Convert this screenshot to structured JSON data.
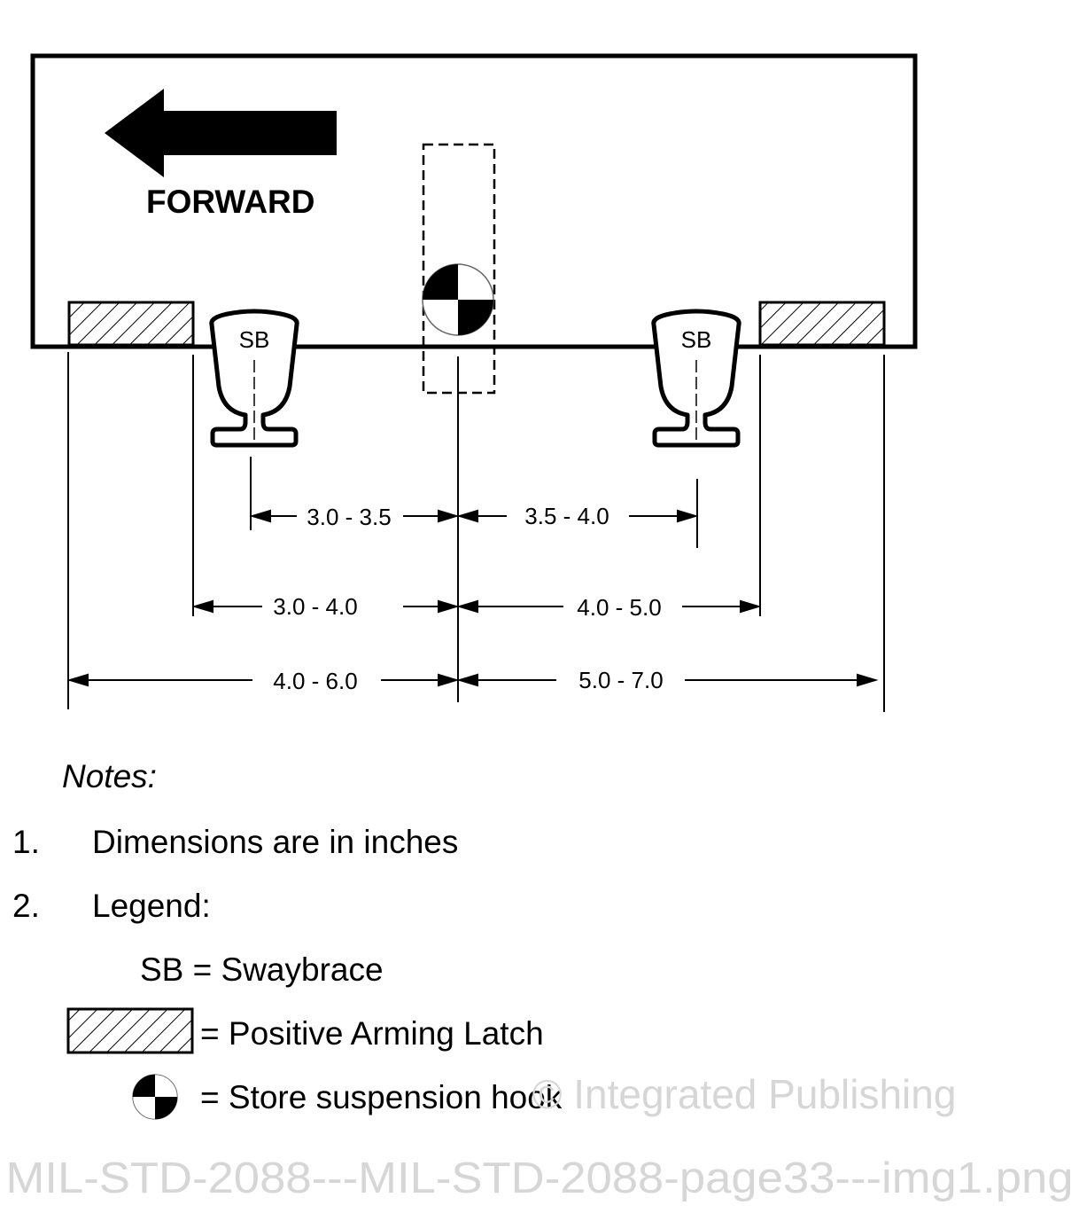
{
  "diagram": {
    "direction_label": "FORWARD",
    "swaybrace_label": "SB",
    "dimensions": {
      "sb_left_to_hook": "3.0 - 3.5",
      "hook_to_sb_right": "3.5 - 4.0",
      "latch_left_inner_to_hook": "3.0 - 4.0",
      "hook_to_latch_right_inner": "4.0 - 5.0",
      "latch_left_outer_to_hook": "4.0 - 6.0",
      "hook_to_latch_right_outer": "5.0 - 7.0"
    }
  },
  "watermark": {
    "line1": "© Integrated Publishing",
    "line2": "MIL-STD-2088---MIL-STD-2088-page33---img1.png"
  },
  "notes": {
    "heading": "Notes:",
    "items": [
      {
        "num": "1.",
        "text": "Dimensions are in inches"
      },
      {
        "num": "2.",
        "text": "Legend:"
      }
    ],
    "legend": {
      "sb": "SB = Swaybrace",
      "latch": "= Positive Arming Latch",
      "hook": "= Store suspension hook"
    }
  }
}
